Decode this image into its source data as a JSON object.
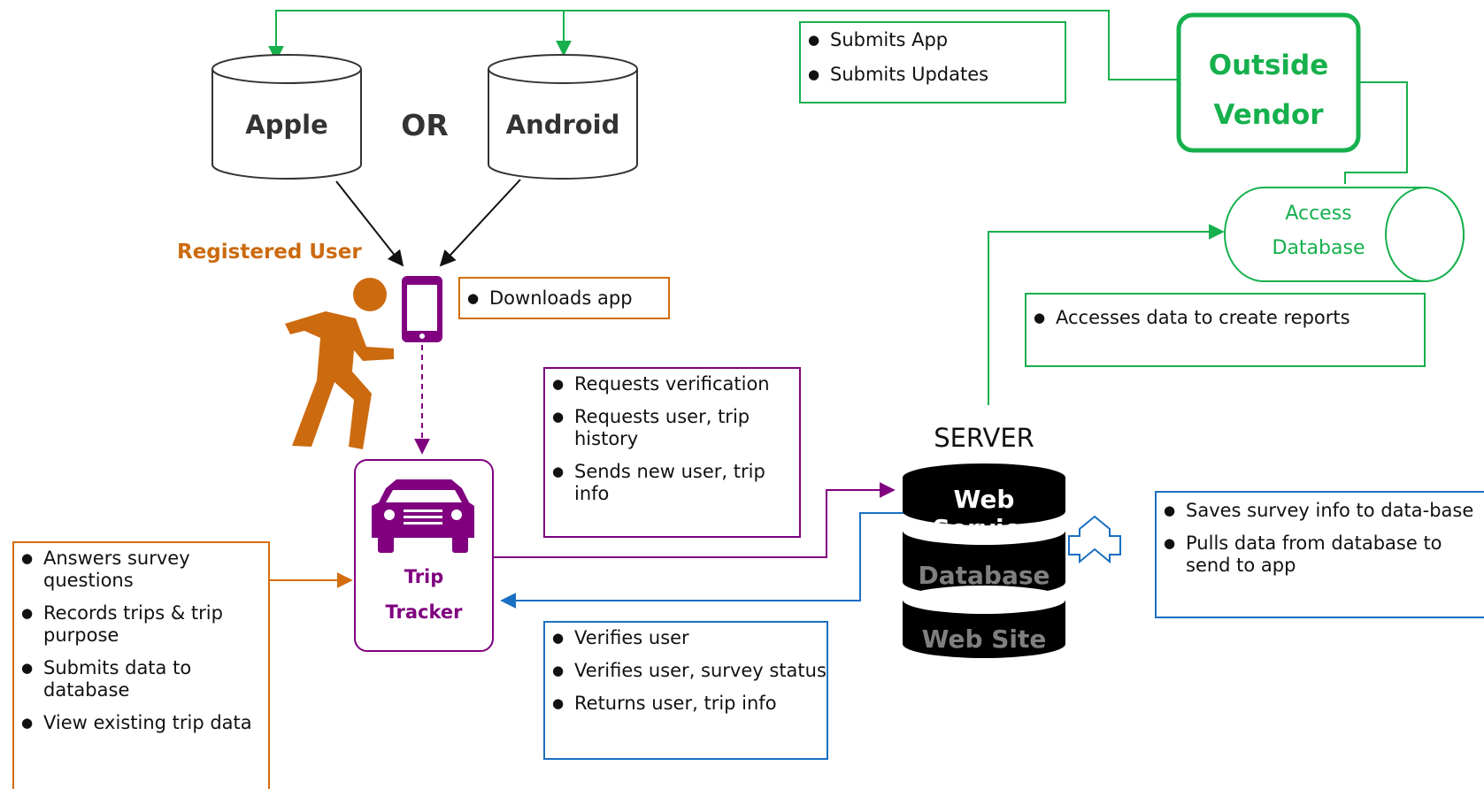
{
  "stores": {
    "apple": "Apple",
    "or": "OR",
    "android": "Android"
  },
  "vendor": {
    "line1": "Outside",
    "line2": "Vendor"
  },
  "access_db": {
    "line1": "Access",
    "line2": "Database"
  },
  "registered_user": "Registered User",
  "trip_tracker": {
    "line1": "Trip",
    "line2": "Tracker"
  },
  "server": {
    "title": "SERVER",
    "web_service": "Web Service",
    "database": "Database",
    "web_site": "Web Site"
  },
  "notes": {
    "submits": [
      "Submits App",
      "Submits Updates"
    ],
    "downloads": [
      "Downloads app"
    ],
    "reports": [
      "Accesses data to create reports"
    ],
    "requests": [
      "Requests verification",
      "Requests user, trip history",
      "Sends new user, trip info"
    ],
    "user_actions": [
      "Answers survey questions",
      "Records trips & trip purpose",
      "Submits data to database",
      "View existing trip data"
    ],
    "verifies": [
      "Verifies user",
      "Verifies user, survey status",
      "Returns user, trip info"
    ],
    "saves": [
      "Saves survey info to data-base",
      "Pulls data from database to send to app"
    ]
  },
  "colors": {
    "green": "#16b04d",
    "orange": "#d46d0f",
    "purple": "#800080",
    "blue": "#1a6fc2",
    "server_black": "#000000",
    "server_gray_text": "#7f7f7f"
  },
  "icons": [
    "person-walking-icon",
    "smartphone-icon",
    "car-icon"
  ]
}
